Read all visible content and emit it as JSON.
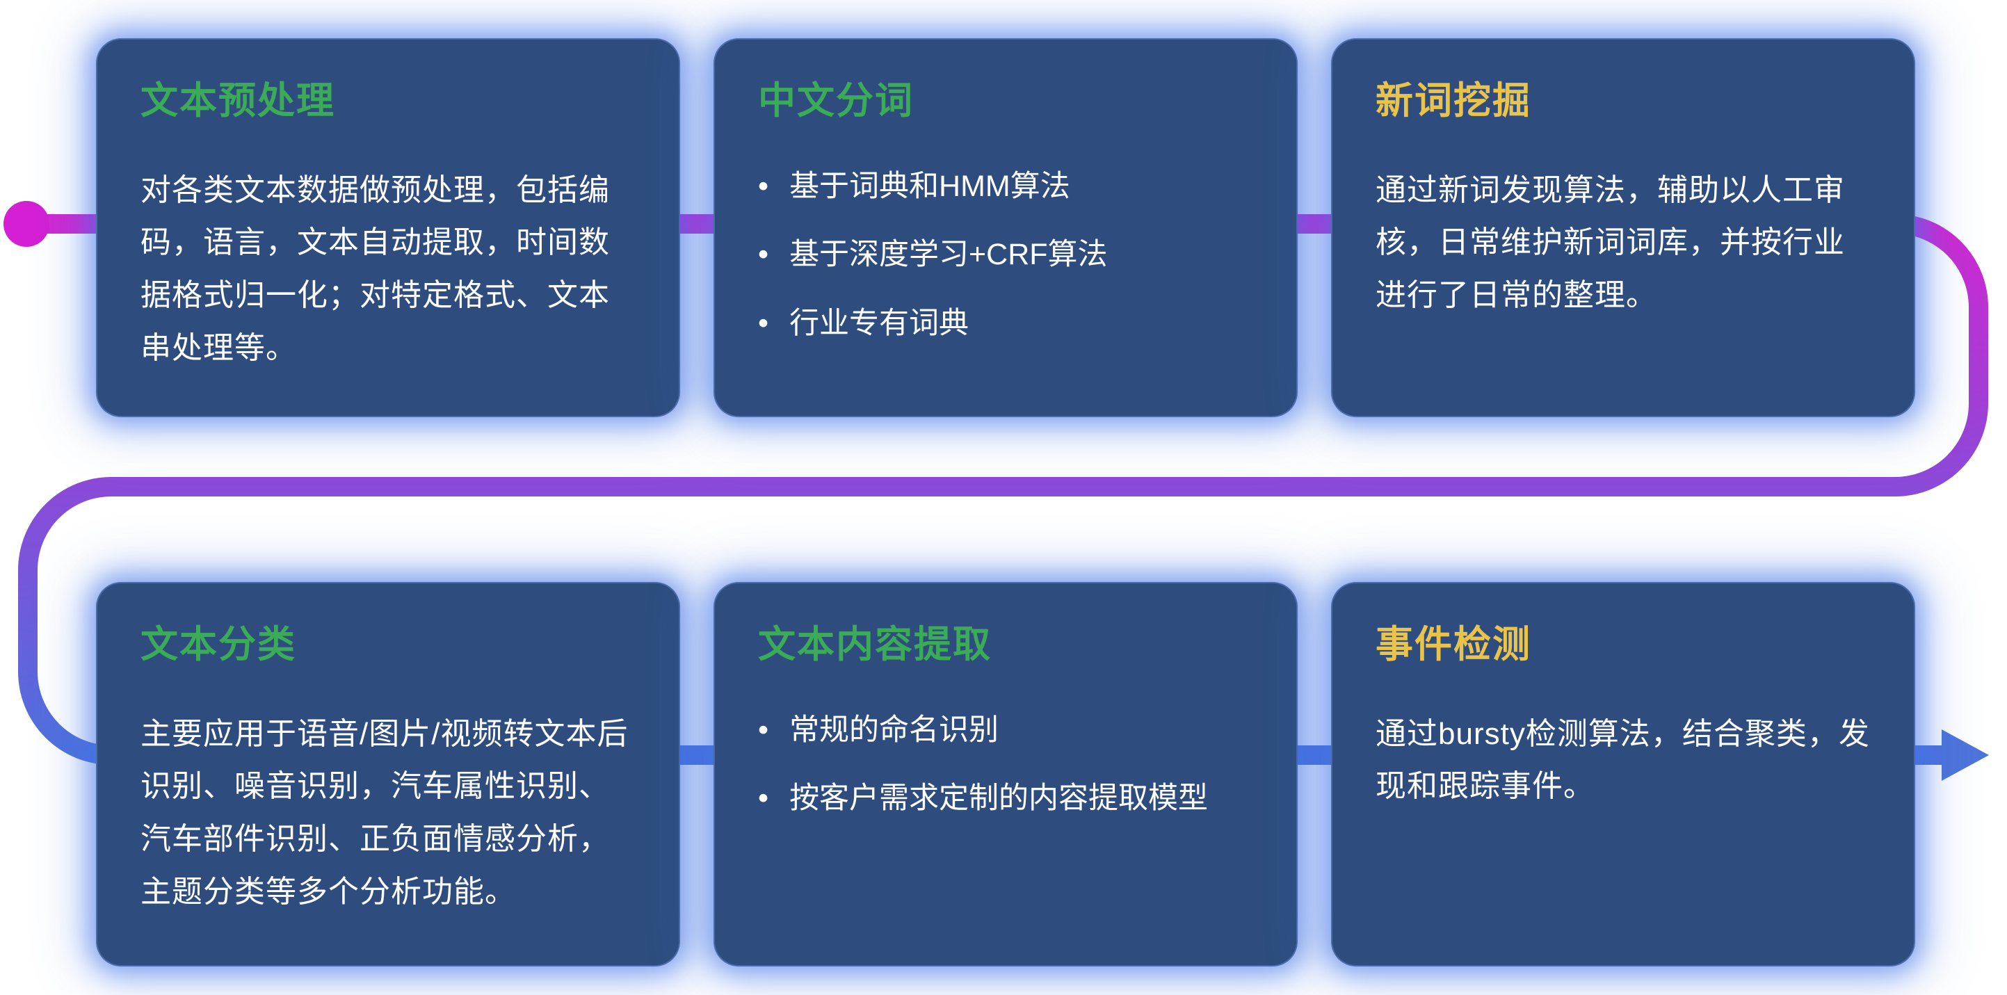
{
  "page": {
    "background_color": "#ffffff"
  },
  "flow": {
    "start_dot_color": "#d41fd4",
    "arrow_color": "#4d74da",
    "gradient": {
      "top": "#d128d1",
      "middle": "#8a4ad8",
      "bottom": "#4d72dd"
    }
  },
  "card_style": {
    "background_color": "#2e4d7e",
    "glow_color": "#4274e8",
    "green_title_color": "#3cab57",
    "yellow_title_color": "#e9c34a",
    "body_text_color": "#ffffff"
  },
  "cards": [
    {
      "title": "文本预处理",
      "title_color": "#3cab57",
      "body": "对各类文本数据做预处理，包括编码，语言，文本自动提取，时间数据格式归一化；对特定格式、文本串处理等。"
    },
    {
      "title": "中文分词",
      "title_color": "#3cab57",
      "bullets": [
        "基于词典和HMM算法",
        "基于深度学习+CRF算法",
        "行业专有词典"
      ]
    },
    {
      "title": "新词挖掘",
      "title_color": "#e9c34a",
      "body": "通过新词发现算法，辅助以人工审核，日常维护新词词库，并按行业进行了日常的整理。"
    },
    {
      "title": "文本分类",
      "title_color": "#3cab57",
      "body": "主要应用于语音/图片/视频转文本后识别、噪音识别，汽车属性识别、汽车部件识别、正负面情感分析，主题分类等多个分析功能。"
    },
    {
      "title": "文本内容提取",
      "title_color": "#3cab57",
      "bullets": [
        "常规的命名识别",
        "按客户需求定制的内容提取模型"
      ]
    },
    {
      "title": "事件检测",
      "title_color": "#e9c34a",
      "body": "通过bursty检测算法，结合聚类，发现和跟踪事件。"
    }
  ]
}
